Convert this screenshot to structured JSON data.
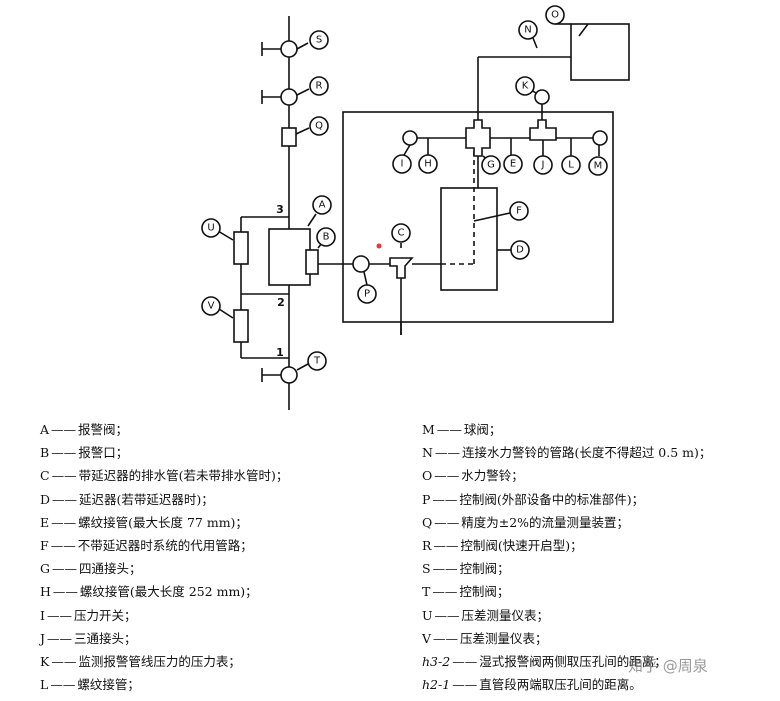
{
  "diagram": {
    "labels": {
      "A": "A",
      "B": "B",
      "C": "C",
      "D": "D",
      "E": "E",
      "F": "F",
      "G": "G",
      "H": "H",
      "I": "I",
      "J": "J",
      "K": "K",
      "L": "L",
      "M": "M",
      "N": "N",
      "O": "O",
      "P": "P",
      "Q": "Q",
      "R": "R",
      "S": "S",
      "T": "T",
      "U": "U",
      "V": "V"
    },
    "points": {
      "p1": "1",
      "p2": "2",
      "p3": "3"
    }
  },
  "legend": {
    "left": [
      {
        "key": "A",
        "sep": "——",
        "desc": "报警阀；"
      },
      {
        "key": "B",
        "sep": "——",
        "desc": "报警口；"
      },
      {
        "key": "C",
        "sep": "——",
        "desc": "带延迟器的排水管(若未带排水管时)；"
      },
      {
        "key": "D",
        "sep": "——",
        "desc": "延迟器(若带延迟器时)；"
      },
      {
        "key": "E",
        "sep": "——",
        "desc": "螺纹接管(最大长度 77 mm)；"
      },
      {
        "key": "F",
        "sep": "——",
        "desc": "不带延迟器时系统的代用管路；"
      },
      {
        "key": "G",
        "sep": "——",
        "desc": "四通接头；"
      },
      {
        "key": "H",
        "sep": "——",
        "desc": "螺纹接管(最大长度 252 mm)；"
      },
      {
        "key": "I",
        "sep": "——",
        "desc": "压力开关；"
      },
      {
        "key": "J",
        "sep": "——",
        "desc": "三通接头；"
      },
      {
        "key": "K",
        "sep": "——",
        "desc": "监测报警管线压力的压力表；"
      },
      {
        "key": "L",
        "sep": "——",
        "desc": "螺纹接管；"
      }
    ],
    "right": [
      {
        "key": "M",
        "sep": "——",
        "desc": "球阀；"
      },
      {
        "key": "N",
        "sep": "——",
        "desc": "连接水力警铃的管路(长度不得超过 0.5 m)；"
      },
      {
        "key": "O",
        "sep": "——",
        "desc": "水力警铃；"
      },
      {
        "key": "P",
        "sep": "——",
        "desc": "控制阀(外部设备中的标准部件)；"
      },
      {
        "key": "Q",
        "sep": "——",
        "desc": "精度为±2%的流量测量装置；"
      },
      {
        "key": "R",
        "sep": "——",
        "desc": "控制阀(快速开启型)；"
      },
      {
        "key": "S",
        "sep": "——",
        "desc": "控制阀；"
      },
      {
        "key": "T",
        "sep": "——",
        "desc": "控制阀；"
      },
      {
        "key": "U",
        "sep": "——",
        "desc": "压差测量仪表；"
      },
      {
        "key": "V",
        "sep": "——",
        "desc": "压差测量仪表；"
      },
      {
        "key": "h3-2",
        "sep": "——",
        "desc": "湿式报警阀两侧取压孔间的距离；",
        "italic": true
      },
      {
        "key": "h2-1",
        "sep": "——",
        "desc": "直管段两端取压孔间的距离。",
        "italic": true
      }
    ]
  },
  "watermark": "知乎 @周泉"
}
